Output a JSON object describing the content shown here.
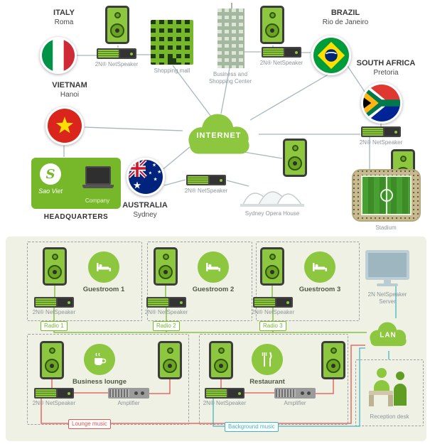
{
  "colors": {
    "brand_green": "#8dc63f",
    "dark_green": "#76b82a",
    "wire_gray": "#a5b8bc",
    "radio_green": "#76b82a",
    "music_red": "#e2534e",
    "music_teal": "#3fb4c6",
    "panel_bg": "#eef1e3"
  },
  "top": {
    "locations": {
      "italy": {
        "country": "ITALY",
        "city": "Roma"
      },
      "vietnam": {
        "country": "VIETNAM",
        "city": "Hanoi"
      },
      "australia": {
        "country": "AUSTRALIA",
        "city": "Sydney"
      },
      "brazil": {
        "country": "BRAZIL",
        "city": "Rio de Janeiro"
      },
      "south_africa": {
        "country": "SOUTH AFRICA",
        "city": "Pretoria"
      }
    },
    "device_label": "2N® NetSpeaker",
    "sites": {
      "shopping_mall": "Shopping mall",
      "business_center_1": "Business and",
      "business_center_2": "Shopping Center",
      "opera": "Sydney Opera House",
      "stadium": "Stadium"
    },
    "internet": "INTERNET",
    "hq": {
      "logo_letter": "S",
      "logo": "Sao Viet",
      "company": "Company",
      "headquarters": "HEADQUARTERS"
    }
  },
  "bottom": {
    "guestrooms": [
      {
        "name": "Guestroom 1",
        "device": "2N® NetSpeaker",
        "radio": "Radio 1"
      },
      {
        "name": "Guestroom 2",
        "device": "2N® NetSpeaker",
        "radio": "Radio 2"
      },
      {
        "name": "Guestroom 3",
        "device": "2N® NetSpeaker",
        "radio": "Radio 3"
      }
    ],
    "server_line1": "2N NetSpeaker",
    "server_line2": "Server",
    "lan": "LAN",
    "lounge": {
      "name": "Business lounge",
      "device": "2N® NetSpeaker",
      "amplifier": "Amplifier",
      "music": "Lounge music"
    },
    "restaurant": {
      "name": "Restaurant",
      "device": "2N® NetSpeaker",
      "amplifier": "Amplifier",
      "music": "Background music"
    },
    "reception": "Reception desk"
  }
}
